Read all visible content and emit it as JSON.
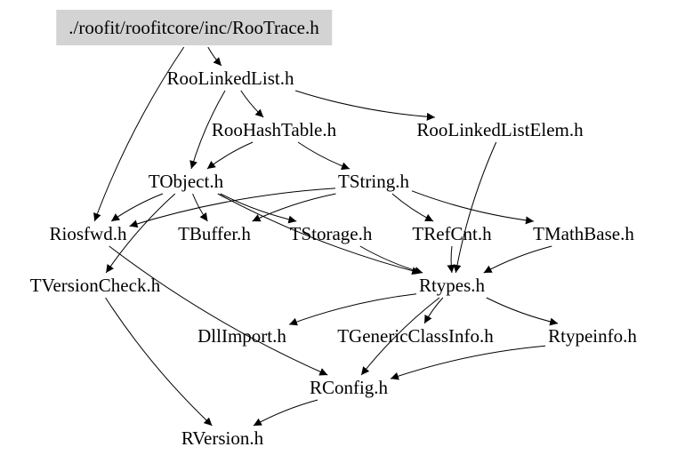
{
  "graph": {
    "root_label": "./roofit/roofitcore/inc/RooTrace.h",
    "colors": {
      "root_fill": "#d3d3d3",
      "edge": "#000000",
      "text": "#000000"
    },
    "nodes": [
      {
        "id": "rootrace",
        "label": "./roofit/roofitcore/inc/RooTrace.h",
        "root": true
      },
      {
        "id": "roolinkedlist",
        "label": "RooLinkedList.h"
      },
      {
        "id": "roohashtable",
        "label": "RooHashTable.h"
      },
      {
        "id": "roolinkedlistelem",
        "label": "RooLinkedListElem.h"
      },
      {
        "id": "tobject",
        "label": "TObject.h"
      },
      {
        "id": "tstring",
        "label": "TString.h"
      },
      {
        "id": "riosfwd",
        "label": "Riosfwd.h"
      },
      {
        "id": "tbuffer",
        "label": "TBuffer.h"
      },
      {
        "id": "tstorage",
        "label": "TStorage.h"
      },
      {
        "id": "trefcnt",
        "label": "TRefCnt.h"
      },
      {
        "id": "tmathbase",
        "label": "TMathBase.h"
      },
      {
        "id": "tversioncheck",
        "label": "TVersionCheck.h"
      },
      {
        "id": "rtypes",
        "label": "Rtypes.h"
      },
      {
        "id": "dllimport",
        "label": "DllImport.h"
      },
      {
        "id": "tgenericclassinfo",
        "label": "TGenericClassInfo.h"
      },
      {
        "id": "rtypeinfo",
        "label": "Rtypeinfo.h"
      },
      {
        "id": "rconfig",
        "label": "RConfig.h"
      },
      {
        "id": "rversion",
        "label": "RVersion.h"
      }
    ],
    "edges": [
      [
        "rootrace",
        "roolinkedlist"
      ],
      [
        "rootrace",
        "riosfwd"
      ],
      [
        "roolinkedlist",
        "roohashtable"
      ],
      [
        "roolinkedlist",
        "roolinkedlistelem"
      ],
      [
        "roolinkedlist",
        "tobject"
      ],
      [
        "roohashtable",
        "tobject"
      ],
      [
        "roohashtable",
        "tstring"
      ],
      [
        "roolinkedlistelem",
        "rtypes"
      ],
      [
        "tobject",
        "riosfwd"
      ],
      [
        "tobject",
        "tbuffer"
      ],
      [
        "tobject",
        "tstorage"
      ],
      [
        "tobject",
        "tversioncheck"
      ],
      [
        "tobject",
        "rtypes"
      ],
      [
        "tstring",
        "riosfwd"
      ],
      [
        "tstring",
        "tbuffer"
      ],
      [
        "tstring",
        "trefcnt"
      ],
      [
        "tstring",
        "tmathbase"
      ],
      [
        "riosfwd",
        "rconfig"
      ],
      [
        "tstorage",
        "rtypes"
      ],
      [
        "trefcnt",
        "rtypes"
      ],
      [
        "tmathbase",
        "rtypes"
      ],
      [
        "tversioncheck",
        "rversion"
      ],
      [
        "rtypes",
        "dllimport"
      ],
      [
        "rtypes",
        "tgenericclassinfo"
      ],
      [
        "rtypes",
        "rtypeinfo"
      ],
      [
        "rtypes",
        "rconfig"
      ],
      [
        "rtypeinfo",
        "rconfig"
      ],
      [
        "rconfig",
        "rversion"
      ]
    ]
  }
}
